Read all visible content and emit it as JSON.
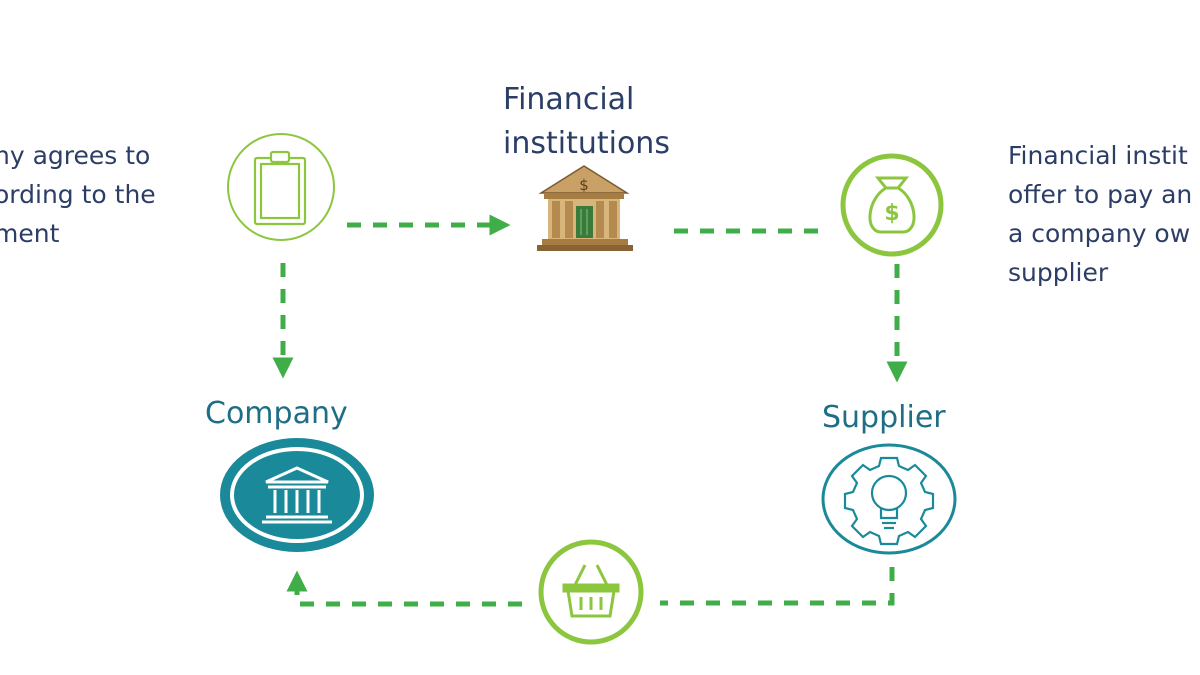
{
  "left_text": {
    "lines": [
      "ny agrees to",
      "ording to the",
      "ment"
    ]
  },
  "right_text": {
    "lines": [
      "Financial instit",
      "offer to pay an",
      "a company ow",
      "supplier"
    ]
  },
  "nodes": {
    "financial_institutions": {
      "lines": [
        "Financial",
        "institutions"
      ],
      "icon": "bank-building-icon"
    },
    "company": {
      "label": "Company",
      "icon": "bank-columns-icon"
    },
    "supplier": {
      "label": "Supplier",
      "icon": "gear-lightbulb-icon"
    },
    "agreement": {
      "icon": "clipboard-icon"
    },
    "payment": {
      "icon": "money-bag-icon"
    },
    "goods": {
      "icon": "shopping-basket-icon"
    }
  },
  "colors": {
    "arrow_green": "#3fae49",
    "icon_green": "#8cc63f",
    "teal": "#1a8a9a",
    "text_navy": "#2c3e66",
    "title_teal": "#1e6e86"
  }
}
